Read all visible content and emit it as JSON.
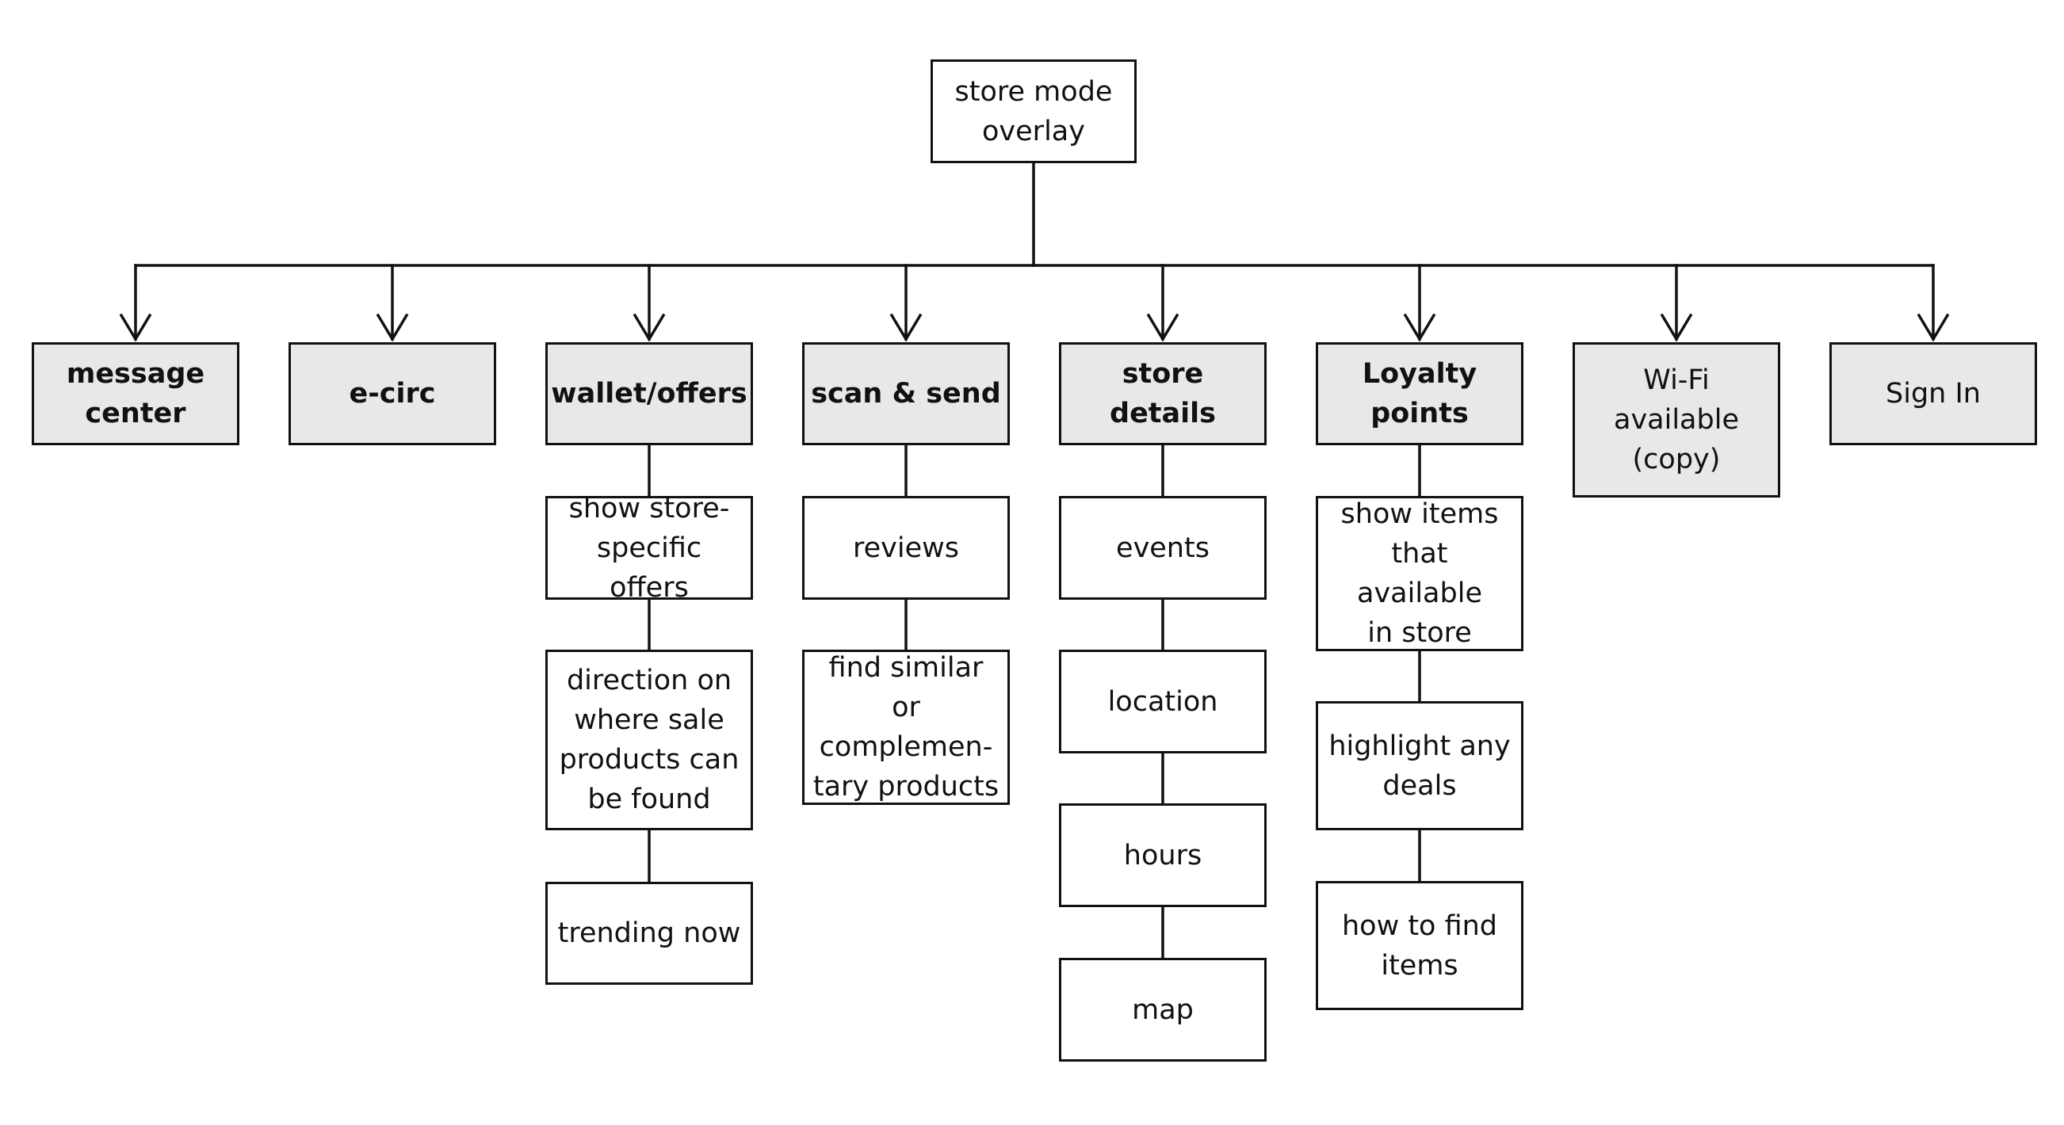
{
  "root": {
    "label_1": "store mode",
    "label_2": "overlay"
  },
  "categories": {
    "message_center": {
      "label_1": "message",
      "label_2": "center"
    },
    "e_circ": {
      "label": "e-circ"
    },
    "wallet_offers": {
      "label": "wallet/offers"
    },
    "scan_send": {
      "label": "scan & send"
    },
    "store_details": {
      "label": "store details"
    },
    "loyalty_points": {
      "label_1": "Loyalty",
      "label_2": "points"
    },
    "wifi": {
      "label_1": "Wi-Fi",
      "label_2": "available",
      "label_3": "(copy)"
    },
    "sign_in": {
      "label": "Sign In"
    }
  },
  "wallet_children": {
    "show_store_offers": {
      "label_1": "show store-",
      "label_2": "specific offers"
    },
    "direction": {
      "label_1": "direction on",
      "label_2": "where sale",
      "label_3": "products can",
      "label_4": "be found"
    },
    "trending": {
      "label": "trending now"
    }
  },
  "scan_children": {
    "reviews": {
      "label": "reviews"
    },
    "find_similar": {
      "label_1": "find similar or",
      "label_2": "complemen-",
      "label_3": "tary products"
    }
  },
  "store_children": {
    "events": {
      "label": "events"
    },
    "location": {
      "label": "location"
    },
    "hours": {
      "label": "hours"
    },
    "map": {
      "label": "map"
    }
  },
  "loyalty_children": {
    "show_items": {
      "label_1": "show items",
      "label_2": "that available",
      "label_3": "in store"
    },
    "highlight": {
      "label_1": "highlight any",
      "label_2": "deals"
    },
    "how_to_find": {
      "label_1": "how to find",
      "label_2": "items"
    }
  }
}
